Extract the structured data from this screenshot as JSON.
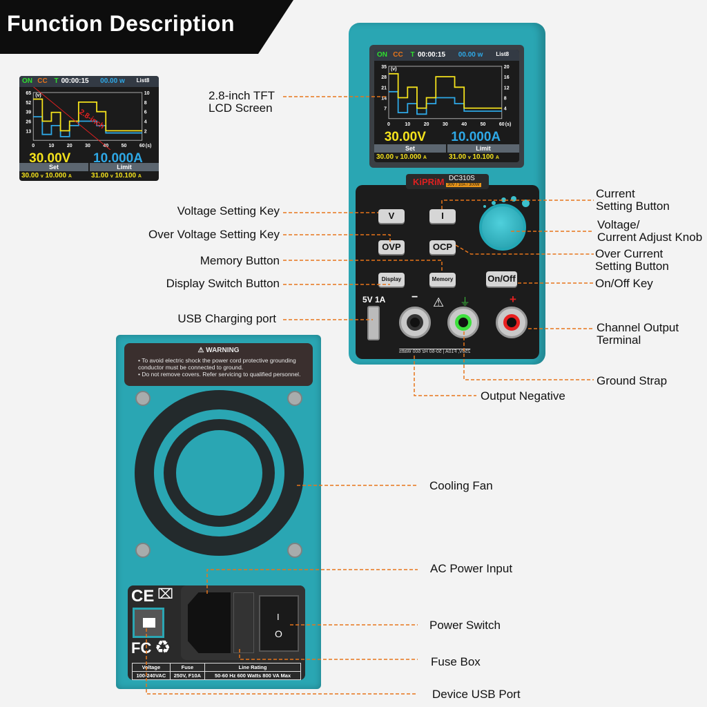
{
  "header": {
    "title": "Function Description"
  },
  "colors": {
    "accent_line": "#e8751a",
    "device_body": "#2aa6b3",
    "voltage": "#f4e21c",
    "current": "#2ea8e6"
  },
  "lcd_inset": {
    "on": "ON",
    "cc": "CC",
    "t": "T",
    "timer": "00:00:15",
    "power": "00.00 w",
    "list": "List8",
    "voltage": "30.00V",
    "current": "10.000A",
    "set_label": "Set",
    "limit_label": "Limit",
    "set_v": "30.00",
    "set_a": "10.000",
    "limit_v": "31.00",
    "limit_a": "10.100",
    "unit_v": "v",
    "unit_a": "A",
    "overlay_text": "2.8-inch",
    "chart": {
      "type": "line",
      "ylabel": "(v)",
      "xunit": "(s)",
      "x_ticks": [
        "0",
        "10",
        "20",
        "30",
        "40",
        "50",
        "60"
      ],
      "left_ticks": [
        "65",
        "52",
        "39",
        "26",
        "13"
      ],
      "right_ticks": [
        "10",
        "8",
        "6",
        "4",
        "2"
      ],
      "ymax": 65,
      "breaks": [
        0,
        5,
        10,
        15,
        20,
        25,
        35,
        40,
        60
      ],
      "voltage": [
        56,
        26,
        38,
        13,
        26,
        52,
        39,
        13
      ],
      "current": [
        32,
        8,
        20,
        5,
        20,
        26,
        20,
        10
      ]
    }
  },
  "lcd_device": {
    "on": "ON",
    "cc": "CC",
    "t": "T",
    "timer": "00:00:15",
    "power": "00.00 w",
    "list": "List8",
    "voltage": "30.00V",
    "current": "10.000A",
    "set_label": "Set",
    "limit_label": "Limit",
    "set_v": "30.00",
    "set_a": "10.000",
    "limit_v": "31.00",
    "limit_a": "10.100",
    "unit_v": "v",
    "unit_a": "A",
    "chart": {
      "type": "line",
      "ylabel": "(v)",
      "xunit": "(s)",
      "x_ticks": [
        "0",
        "10",
        "20",
        "30",
        "40",
        "50",
        "60"
      ],
      "left_ticks": [
        "35",
        "28",
        "21",
        "14",
        "7"
      ],
      "right_ticks": [
        "20",
        "16",
        "12",
        "8",
        "4"
      ],
      "ymax": 35,
      "breaks": [
        0,
        5,
        10,
        15,
        20,
        25,
        35,
        40,
        60
      ],
      "voltage": [
        30,
        14,
        21,
        7,
        14,
        28,
        21,
        7
      ],
      "current": [
        18,
        4,
        10,
        3,
        10,
        14,
        10,
        5
      ]
    }
  },
  "front": {
    "brand": "KiPRiM",
    "model": "DC310S",
    "rating": "30V / 10A / 300W",
    "keys": {
      "v": "V",
      "i": "I",
      "ovp": "OVP",
      "ocp": "OCP",
      "display": "Display",
      "memory": "Memory",
      "onoff": "On/Off"
    },
    "usb_label": "5V 1A",
    "minus": "−",
    "plus": "+",
    "ground_symbol": "⏚",
    "warning_symbol": "⚠",
    "bottom_strip": "250V, F10A | 50-60 Hz  600 Watts"
  },
  "rear": {
    "warning_title": "WARNING",
    "warning_lines": [
      "To avoid electric shock the power cord protective grounding conductor must be connected to ground.",
      "Do not remove covers. Refer servicing to qualified personnel."
    ],
    "ce": "CE",
    "fc": "FC",
    "recycle": "♻",
    "weee": "⌧",
    "switch_on": "I",
    "switch_off": "O",
    "rating_table": {
      "headers": [
        "Voltage",
        "Fuse",
        "Line Rating"
      ],
      "values": [
        "100-240VAC",
        "250V, F10A",
        "50-60 Hz   600 Watts   800 VA Max"
      ]
    }
  },
  "callouts": {
    "lcd": [
      "2.8-inch TFT",
      "LCD Screen"
    ],
    "voltage_key": "Voltage Setting Key",
    "ovp_key": "Over Voltage Setting Key",
    "memory": "Memory Button",
    "display": "Display Switch Button",
    "usb": "USB Charging port",
    "current_btn": [
      "Current",
      "Setting Button"
    ],
    "knob": [
      "Voltage/",
      "Current Adjust Knob"
    ],
    "ocp": [
      "Over Current",
      "Setting Button"
    ],
    "onoff": "On/Off Key",
    "terminal": [
      "Channel Output",
      "Terminal"
    ],
    "ground": "Ground Strap",
    "negative": "Output Negative",
    "fan": "Cooling Fan",
    "ac": "AC Power Input",
    "switch": "Power Switch",
    "fuse": "Fuse Box",
    "device_usb": "Device USB Port"
  }
}
